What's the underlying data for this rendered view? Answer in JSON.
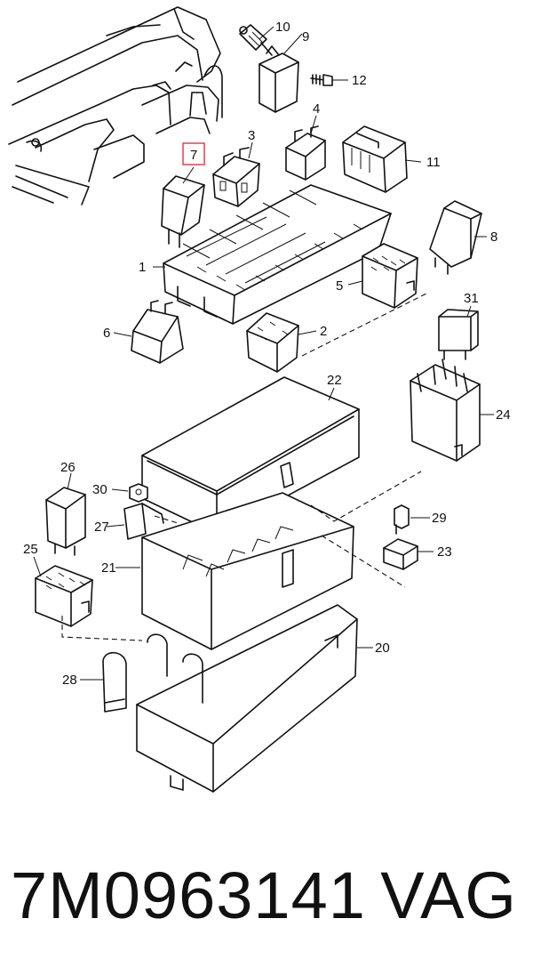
{
  "diagram": {
    "highlight_color": "#e0505a",
    "highlighted_callout": "7",
    "callouts": {
      "c1": "1",
      "c2": "2",
      "c3": "3",
      "c4": "4",
      "c5": "5",
      "c6": "6",
      "c7": "7",
      "c8": "8",
      "c9": "9",
      "c10": "10",
      "c11": "11",
      "c12": "12",
      "c20": "20",
      "c21": "21",
      "c22": "22",
      "c23": "23",
      "c24": "24",
      "c25": "25",
      "c26": "26",
      "c27": "27",
      "c28": "28",
      "c29": "29",
      "c30": "30",
      "c31": "31"
    }
  },
  "footer": {
    "part_number": "7M0963141",
    "brand": "VAG"
  }
}
